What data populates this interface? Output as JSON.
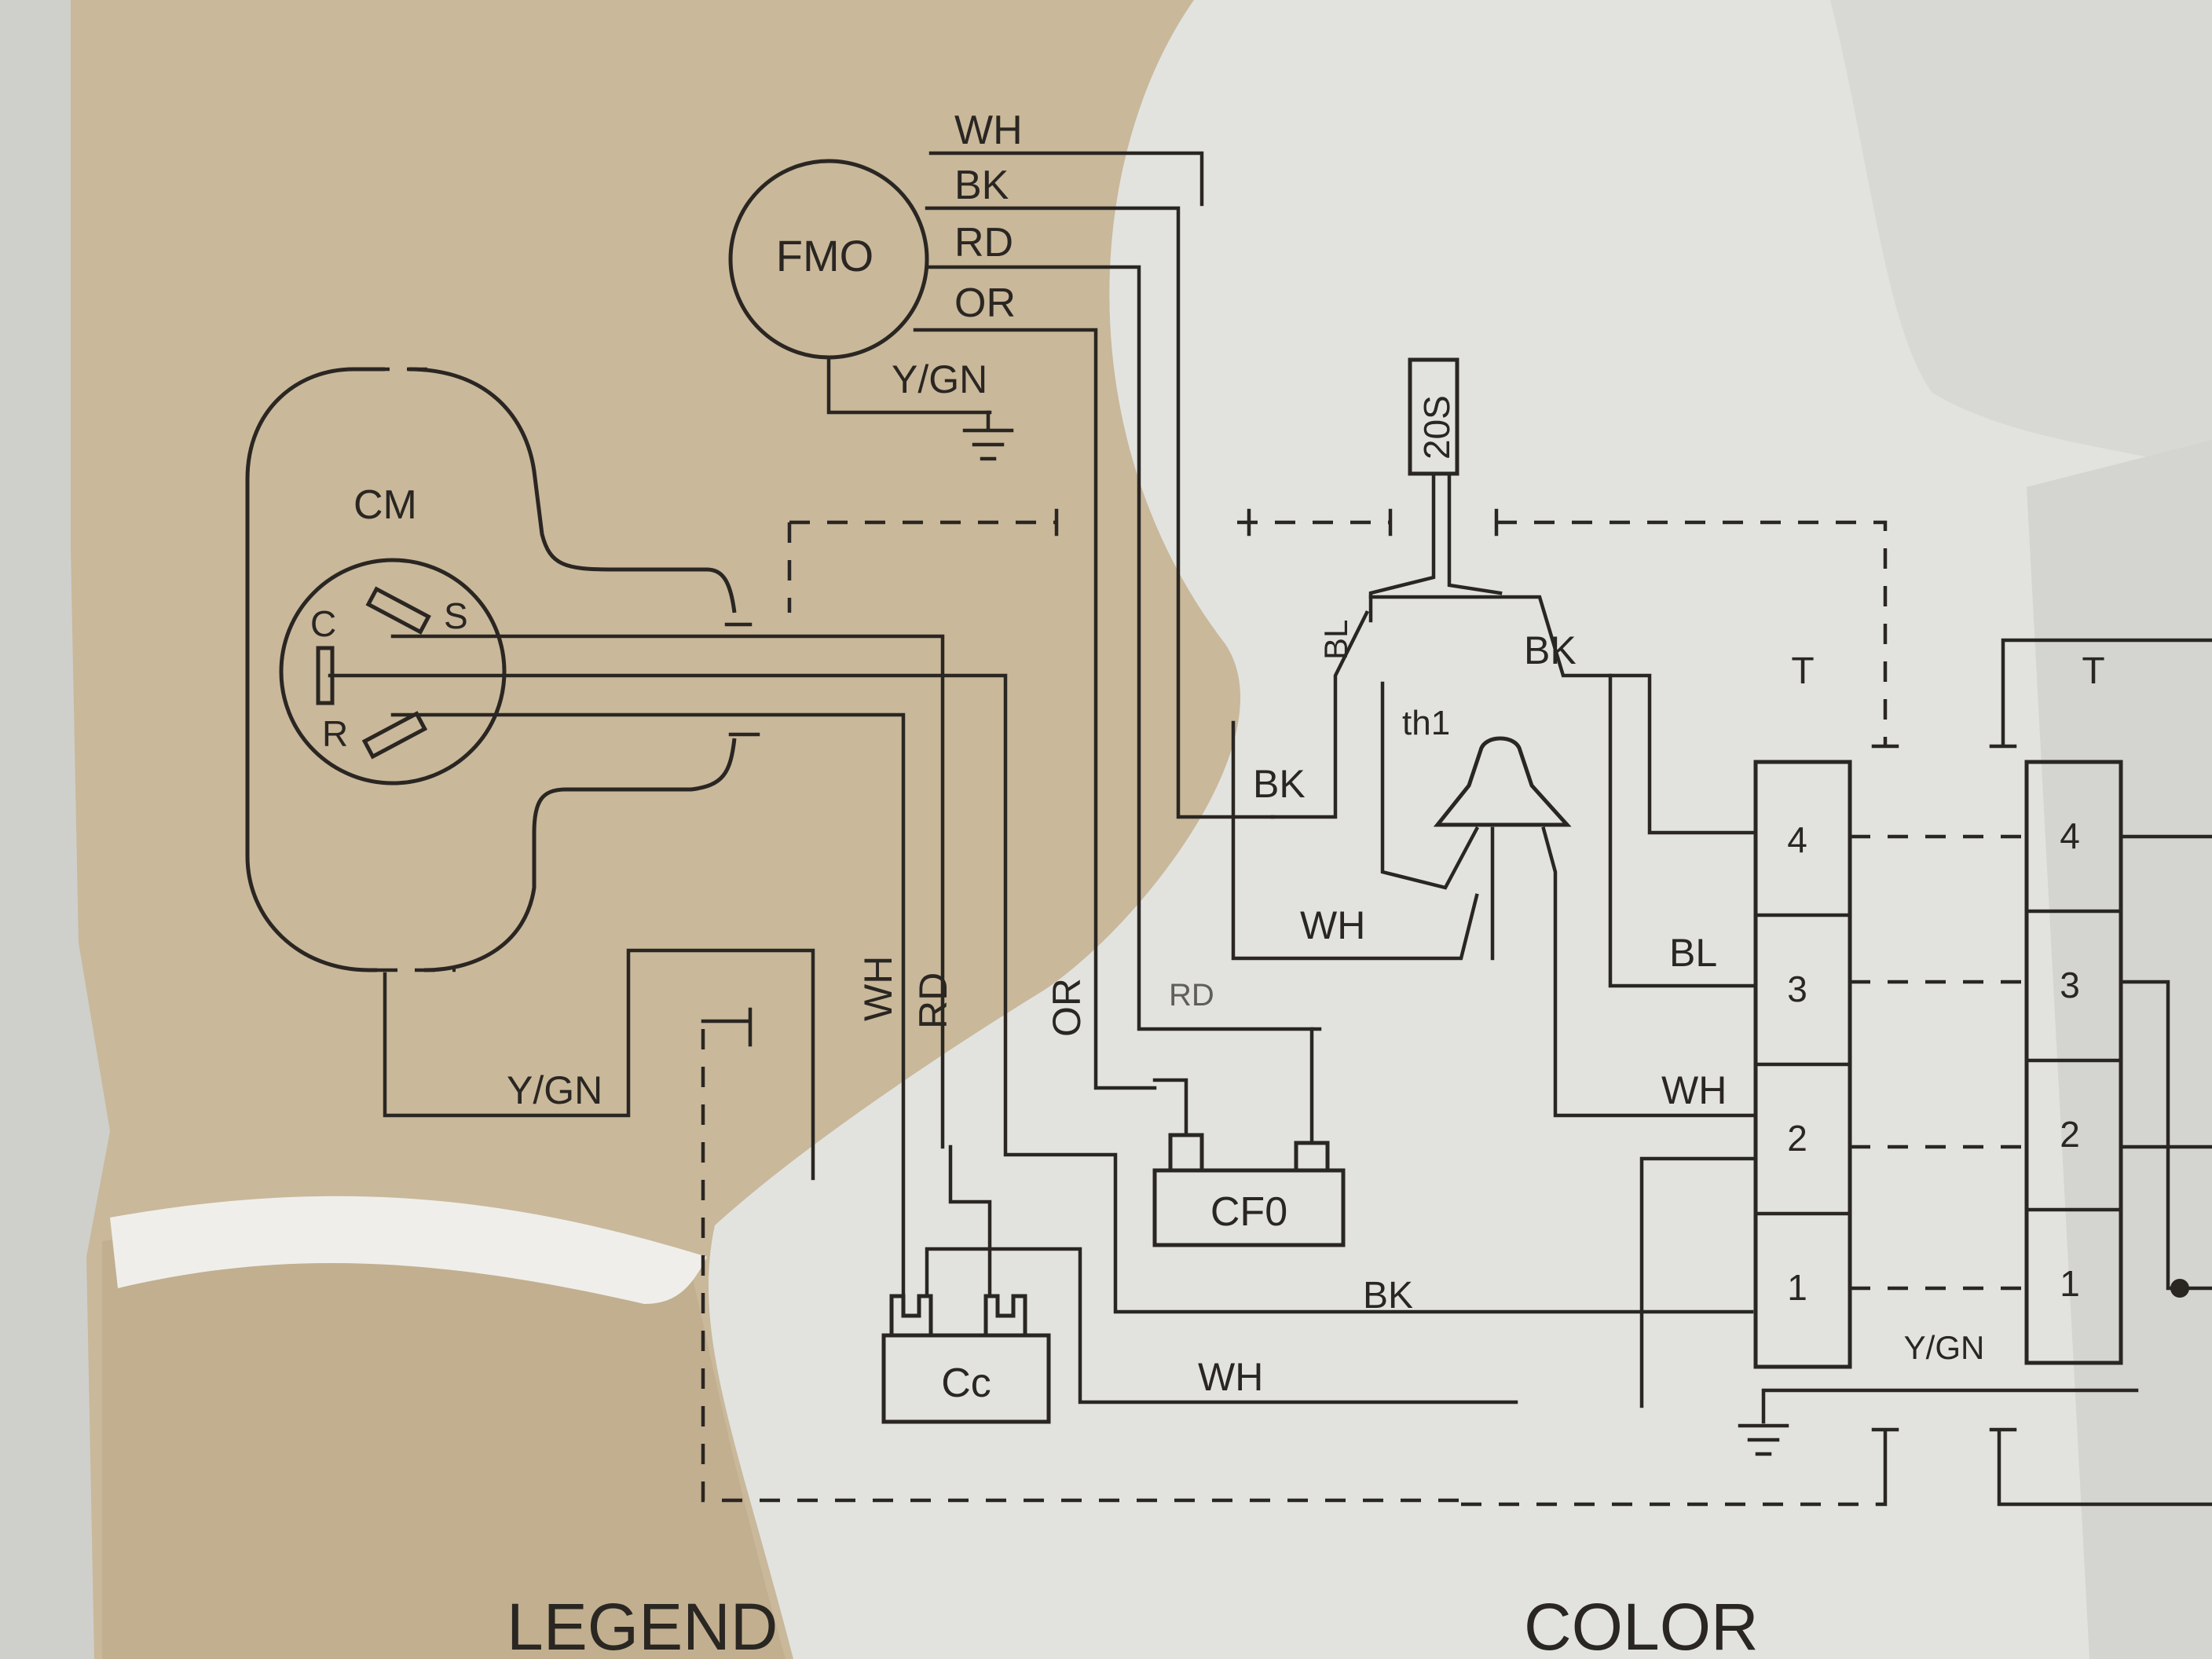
{
  "colors": {
    "paper_tan": "#c9b89a",
    "paper_white": "#e2e3df",
    "ink": "#2a2622",
    "wall": "#cfd0cc"
  },
  "components": {
    "fan_motor": "FMO",
    "compressor": "CM",
    "compressor_terminals": {
      "c": "C",
      "s": "S",
      "r": "R"
    },
    "reversing_valve": "20S",
    "thermistor": "th1",
    "fan_capacitor": "CF0",
    "compressor_capacitor": "Cc",
    "terminal_block_label": "T",
    "terminals": [
      "4",
      "3",
      "2",
      "1"
    ]
  },
  "wires": {
    "fan_wh": "WH",
    "fan_bk": "BK",
    "fan_rd": "RD",
    "fan_or": "OR",
    "fan_ygn": "Y/GN",
    "comp_ygn": "Y/GN",
    "vert_wh": "WH",
    "vert_rd": "RD",
    "vert_or": "OR",
    "rd_partial": "RD",
    "bl_partial": "BL",
    "bk_valve": "BK",
    "bk_left": "BK",
    "wh_mid": "WH",
    "bl_t3": "BL",
    "wh_t2": "WH",
    "bk_bottom": "BK",
    "wh_bottom": "WH",
    "ground_ygn": "Y/GN"
  },
  "footer": {
    "legend": "LEGEND",
    "color": "COLOR"
  }
}
